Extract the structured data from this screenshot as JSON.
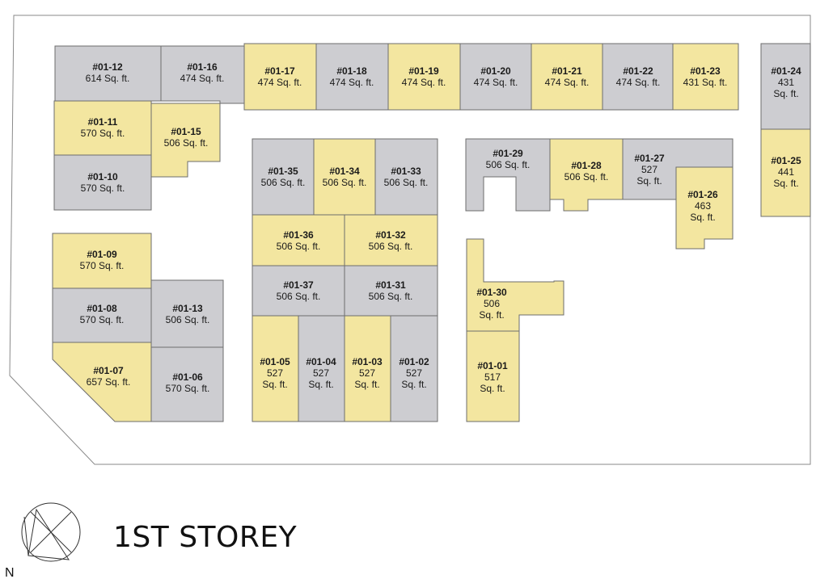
{
  "title": "1ST STOREY",
  "compass": {
    "label": "N",
    "icon": "north-arrow-icon"
  },
  "colors": {
    "yellow": "#f3e6a0",
    "grey": "#cdcdd1",
    "outline": "#6d6d6d"
  },
  "units": [
    {
      "id": "#01-12",
      "lines": [
        "614 Sq. ft."
      ],
      "status": "grey"
    },
    {
      "id": "#01-16",
      "lines": [
        "474 Sq. ft."
      ],
      "status": "grey"
    },
    {
      "id": "#01-17",
      "lines": [
        "474 Sq. ft."
      ],
      "status": "yellow"
    },
    {
      "id": "#01-18",
      "lines": [
        "474 Sq. ft."
      ],
      "status": "grey"
    },
    {
      "id": "#01-19",
      "lines": [
        "474 Sq. ft."
      ],
      "status": "yellow"
    },
    {
      "id": "#01-20",
      "lines": [
        "474 Sq. ft."
      ],
      "status": "grey"
    },
    {
      "id": "#01-21",
      "lines": [
        "474 Sq. ft."
      ],
      "status": "yellow"
    },
    {
      "id": "#01-22",
      "lines": [
        "474 Sq. ft."
      ],
      "status": "grey"
    },
    {
      "id": "#01-23",
      "lines": [
        "431 Sq. ft."
      ],
      "status": "yellow"
    },
    {
      "id": "#01-24",
      "lines": [
        "431",
        "Sq. ft."
      ],
      "status": "grey"
    },
    {
      "id": "#01-11",
      "lines": [
        "570 Sq. ft."
      ],
      "status": "yellow"
    },
    {
      "id": "#01-15",
      "lines": [
        "506 Sq. ft."
      ],
      "status": "yellow"
    },
    {
      "id": "#01-10",
      "lines": [
        "570 Sq. ft."
      ],
      "status": "grey"
    },
    {
      "id": "#01-25",
      "lines": [
        "441",
        "Sq. ft."
      ],
      "status": "yellow"
    },
    {
      "id": "#01-35",
      "lines": [
        "506 Sq. ft."
      ],
      "status": "grey"
    },
    {
      "id": "#01-34",
      "lines": [
        "506 Sq. ft."
      ],
      "status": "yellow"
    },
    {
      "id": "#01-33",
      "lines": [
        "506 Sq. ft."
      ],
      "status": "grey"
    },
    {
      "id": "#01-29",
      "lines": [
        "506 Sq. ft."
      ],
      "status": "grey"
    },
    {
      "id": "#01-28",
      "lines": [
        "506 Sq. ft."
      ],
      "status": "yellow"
    },
    {
      "id": "#01-27",
      "lines": [
        "527",
        "Sq. ft."
      ],
      "status": "grey"
    },
    {
      "id": "#01-26",
      "lines": [
        "463",
        "Sq. ft."
      ],
      "status": "yellow"
    },
    {
      "id": "#01-36",
      "lines": [
        "506 Sq. ft."
      ],
      "status": "yellow"
    },
    {
      "id": "#01-32",
      "lines": [
        "506 Sq. ft."
      ],
      "status": "yellow"
    },
    {
      "id": "#01-09",
      "lines": [
        "570 Sq. ft."
      ],
      "status": "yellow"
    },
    {
      "id": "#01-37",
      "lines": [
        "506 Sq. ft."
      ],
      "status": "grey"
    },
    {
      "id": "#01-31",
      "lines": [
        "506 Sq. ft."
      ],
      "status": "grey"
    },
    {
      "id": "#01-30",
      "lines": [
        "506",
        "Sq. ft."
      ],
      "status": "yellow"
    },
    {
      "id": "#01-08",
      "lines": [
        "570 Sq. ft."
      ],
      "status": "grey"
    },
    {
      "id": "#01-13",
      "lines": [
        "506 Sq. ft."
      ],
      "status": "grey"
    },
    {
      "id": "#01-07",
      "lines": [
        "657 Sq. ft."
      ],
      "status": "yellow"
    },
    {
      "id": "#01-06",
      "lines": [
        "570 Sq. ft."
      ],
      "status": "grey"
    },
    {
      "id": "#01-05",
      "lines": [
        "527",
        "Sq. ft."
      ],
      "status": "yellow"
    },
    {
      "id": "#01-04",
      "lines": [
        "527",
        "Sq. ft."
      ],
      "status": "grey"
    },
    {
      "id": "#01-03",
      "lines": [
        "527",
        "Sq. ft."
      ],
      "status": "yellow"
    },
    {
      "id": "#01-02",
      "lines": [
        "527",
        "Sq. ft."
      ],
      "status": "grey"
    },
    {
      "id": "#01-01",
      "lines": [
        "517",
        "Sq. ft."
      ],
      "status": "yellow"
    }
  ]
}
